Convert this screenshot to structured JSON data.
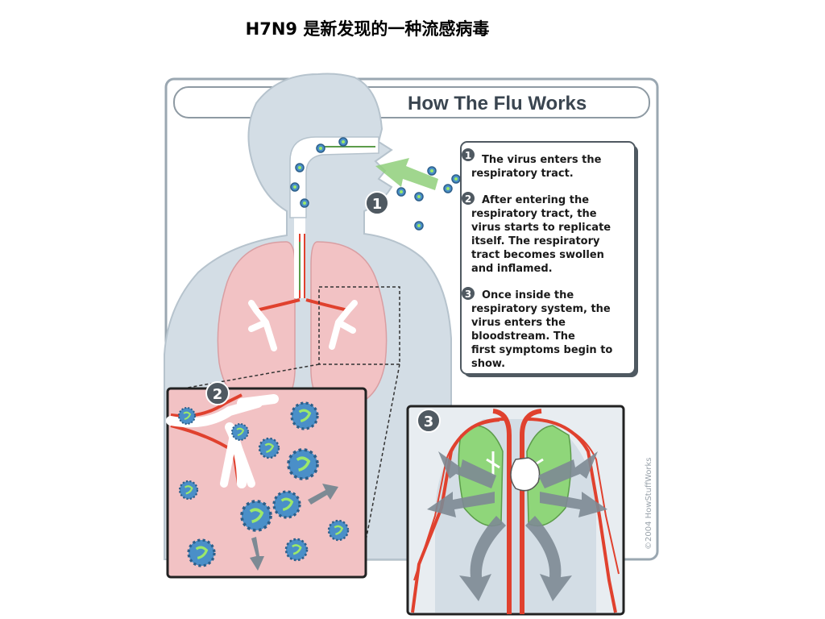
{
  "slide_title": "H7N9 是新发现的一种流感病毒",
  "figure": {
    "title": "How The Flu Works",
    "credit": "©2004 HowStuffWorks",
    "steps": [
      {
        "number": "1",
        "lines": [
          "The virus enters the",
          "respiratory tract."
        ]
      },
      {
        "number": "2",
        "lines": [
          "After entering the",
          "respiratory tract, the",
          "virus starts to replicate",
          "itself. The respiratory",
          "tract becomes swollen",
          "and inflamed."
        ]
      },
      {
        "number": "3",
        "lines": [
          "Once inside the",
          "respiratory system, the",
          "virus enters the",
          "bloodstream. The",
          "first symptoms begin to",
          "show."
        ]
      }
    ],
    "inset_labels": [
      "1",
      "2",
      "3"
    ],
    "colors": {
      "body": "#d3dde5",
      "lung": "#f2c2c4",
      "artery": "#e0412e",
      "inset_lung": "#8fd67a",
      "virus": "#4a8fc8",
      "badge": "#4f5961",
      "arrow": "#7d8a94"
    }
  }
}
